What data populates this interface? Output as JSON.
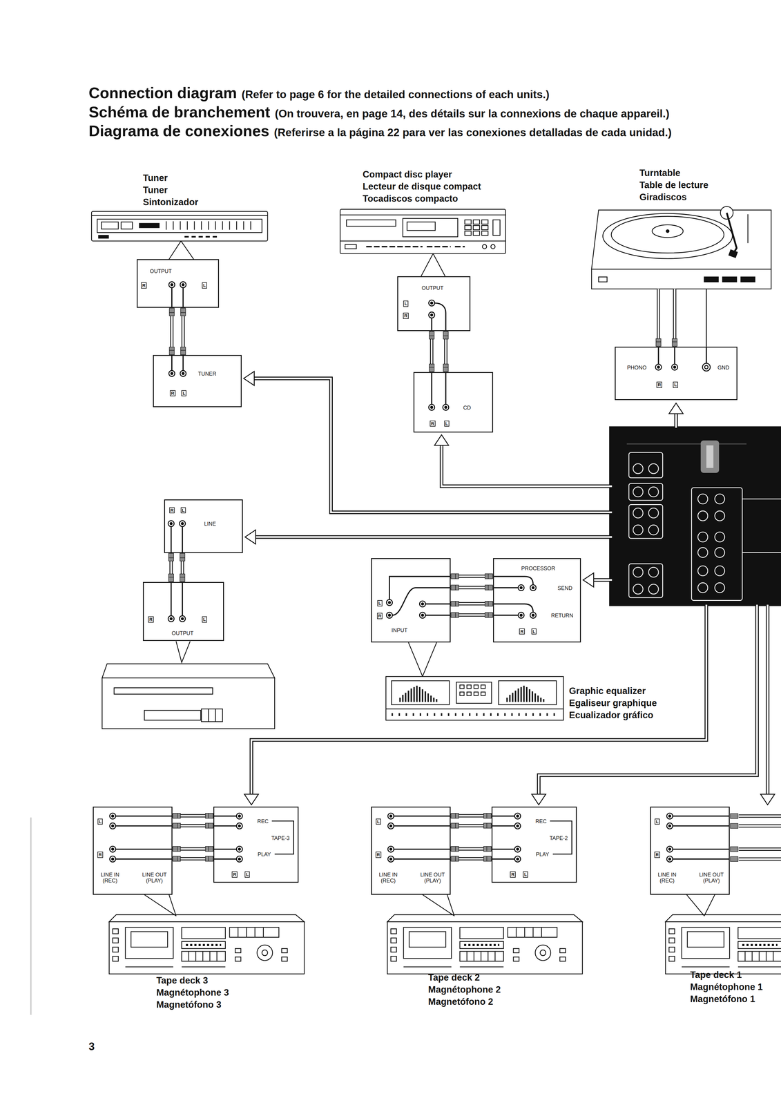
{
  "diagram": {
    "title": "Connection diagram",
    "nodes": [
      {
        "text": [
          "Tuner",
          "Tuner",
          "Sintonizador"
        ]
      },
      {
        "text": [
          "OUTPUT",
          "R",
          "L"
        ]
      },
      {
        "text": [
          "TUNER",
          "R",
          "L"
        ]
      },
      {
        "text": [
          "Compact disc player",
          "Lecteur de disque compact",
          "Tocadiscos compacto"
        ]
      },
      {
        "text": [
          "OUTPUT",
          "L",
          "R"
        ]
      },
      {
        "text": [
          "CD",
          "R",
          "L"
        ]
      },
      {
        "text": [
          "Turntable",
          "Table de lecture",
          "Giradiscos"
        ]
      },
      {
        "text": [
          "PHONO",
          "R",
          "L",
          "GND"
        ]
      },
      {
        "text": [
          "R",
          "L",
          "LINE"
        ]
      },
      {
        "text": [
          "R",
          "L",
          "OUTPUT"
        ]
      },
      {
        "text": [
          "PROCESSOR",
          "SEND",
          "RETURN",
          "R",
          "L"
        ]
      },
      {
        "text": [
          "L",
          "R",
          "INPUT"
        ]
      },
      {
        "text": [
          "Graphic equalizer",
          "Egaliseur graphique",
          "Ecualizador gráfico"
        ]
      },
      {
        "text": [
          "REC",
          "TAPE-3",
          "PLAY",
          "R",
          "L"
        ]
      },
      {
        "text": [
          "L",
          "R",
          "LINE IN (REC)",
          "LINE OUT (PLAY)"
        ]
      },
      {
        "text": [
          "Tape deck 3",
          "Magnétophone 3",
          "Magnetófono 3"
        ]
      },
      {
        "text": [
          "REC",
          "TAPE-2",
          "PLAY",
          "R",
          "L"
        ]
      },
      {
        "text": [
          "L",
          "R",
          "LINE IN (REC)",
          "LINE OUT (PLAY)"
        ]
      },
      {
        "text": [
          "Tape deck 2",
          "Magnétophone 2",
          "Magnetófono 2"
        ]
      },
      {
        "text": [
          "L",
          "R",
          "LINE IN (REC)",
          "LINE OUT (PLAY)"
        ]
      },
      {
        "text": [
          "Tape deck 1",
          "Magnétophone 1",
          "Magnetófono 1"
        ]
      }
    ],
    "edges": [
      {
        "from": 0,
        "to": 1,
        "arrow": "none"
      },
      {
        "from": 1,
        "to": 2,
        "arrow": "none"
      },
      {
        "from": 1,
        "to": 2,
        "arrow": "none"
      },
      {
        "from": 3,
        "to": 4,
        "arrow": "none"
      },
      {
        "from": 4,
        "to": 5,
        "arrow": "none"
      },
      {
        "from": 4,
        "to": 5,
        "arrow": "none"
      },
      {
        "from": 6,
        "to": 7,
        "arrow": "none"
      },
      {
        "from": 6,
        "to": 7,
        "arrow": "none"
      },
      {
        "from": 6,
        "to": 7,
        "arrow": "none"
      },
      {
        "from": 9,
        "to": 8,
        "arrow": "none"
      },
      {
        "from": 9,
        "to": 8,
        "arrow": "none"
      },
      {
        "from": 11,
        "to": 10,
        "arrow": "none"
      },
      {
        "from": 11,
        "to": 10,
        "arrow": "none"
      },
      {
        "from": 11,
        "to": 10,
        "arrow": "none"
      },
      {
        "from": 11,
        "to": 10,
        "arrow": "none"
      },
      {
        "from": 12,
        "to": 11,
        "arrow": "none"
      },
      {
        "from": 14,
        "to": 13,
        "arrow": "none"
      },
      {
        "from": 14,
        "to": 13,
        "arrow": "none"
      },
      {
        "from": 14,
        "to": 13,
        "arrow": "none"
      },
      {
        "from": 14,
        "to": 13,
        "arrow": "none"
      },
      {
        "from": 15,
        "to": 14,
        "arrow": "none"
      },
      {
        "from": 17,
        "to": 16,
        "arrow": "none"
      },
      {
        "from": 17,
        "to": 16,
        "arrow": "none"
      },
      {
        "from": 17,
        "to": 16,
        "arrow": "none"
      },
      {
        "from": 17,
        "to": 16,
        "arrow": "none"
      },
      {
        "from": 18,
        "to": 17,
        "arrow": "none"
      },
      {
        "from": 20,
        "to": 19,
        "arrow": "none"
      }
    ],
    "labels": [
      "(Refer to page 6 for the detailed connections of each units.)",
      "Schéma de branchement",
      "(On trouvera, en page 14, des détails sur la connexions de chaque appareil.)",
      "Diagrama de conexiones",
      "(Referirse a la página 22 para ver las conexiones detalladas de cada unidad.)",
      "3"
    ]
  }
}
